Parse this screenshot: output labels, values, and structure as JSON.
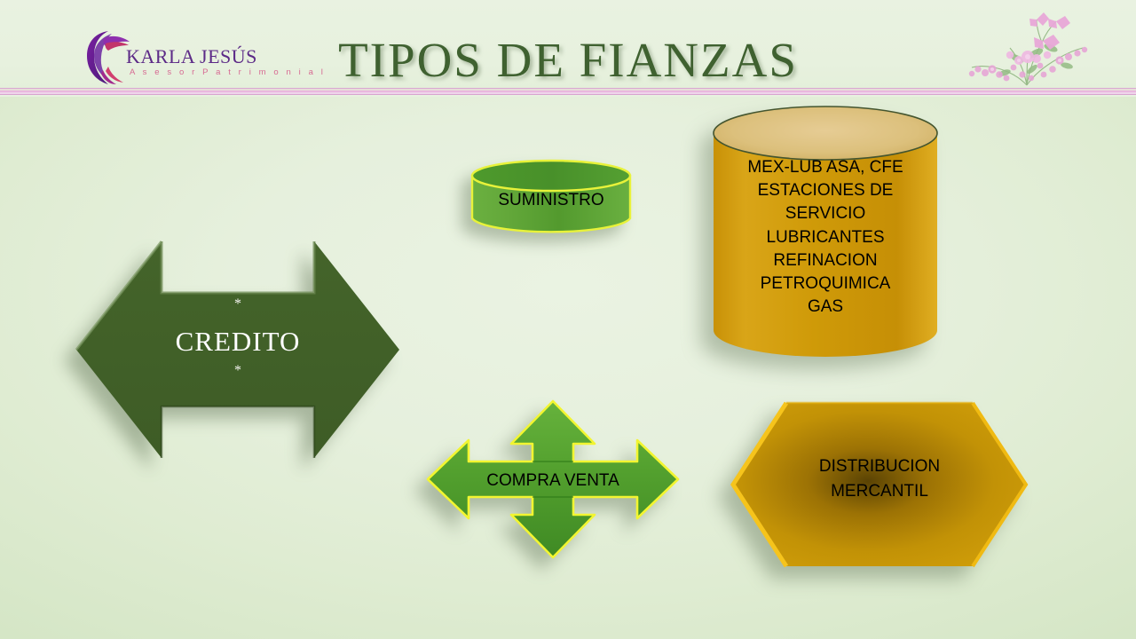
{
  "slide": {
    "title": "TIPOS DE FIANZAS",
    "background_color": "#e6f0dd"
  },
  "logo": {
    "name": "KARLA JESÚS",
    "tagline": "A s e s o r   P a t r i m o n i a l",
    "mark_color": "#5c2a87",
    "accent_color": "#d4486e"
  },
  "decoration": {
    "flowers_name": "floral-spray",
    "flower_color": "#e8a9d6",
    "leaf_color": "#9dbd8e",
    "divider_color": "#d9a8d2"
  },
  "shapes": [
    {
      "id": "credito",
      "name": "credito-arrow",
      "type": "double-arrow-horizontal",
      "label": "CREDITO",
      "marker_top": "*",
      "marker_bottom": "*",
      "fill": "#3e5c26",
      "text_color": "#ffffff"
    },
    {
      "id": "suministro",
      "name": "suministro-cylinder",
      "type": "cylinder-flat",
      "label": "SUMINISTRO",
      "fill": "#5aa032",
      "outline": "#e8f23a",
      "text_color": "#000000"
    },
    {
      "id": "petro",
      "name": "petroleo-cylinder",
      "type": "cylinder",
      "label": "MEX-LUB ASA, CFE\nESTACIONES DE\nSERVICIO\nLUBRICANTES\nREFINACION\nPETROQUIMICA\nGAS",
      "fill": "#cf9a08",
      "top_fill": "#ddc07a",
      "text_color": "#000000"
    },
    {
      "id": "compra",
      "name": "compra-venta-arrow",
      "type": "quad-arrow",
      "label": "COMPRA VENTA",
      "fill": "#4f9e2f",
      "outline": "#f2f531",
      "text_color": "#000000"
    },
    {
      "id": "distrib",
      "name": "distribucion-hexagon",
      "type": "hexagon",
      "label": "DISTRIBUCION\nMERCANTIL",
      "fill": "#c79508",
      "outline": "#f4c21a",
      "text_color": "#000000"
    }
  ]
}
